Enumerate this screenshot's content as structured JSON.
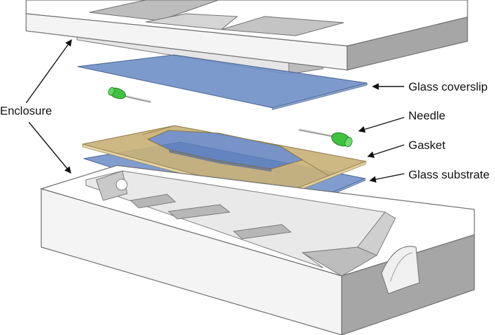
{
  "labels": {
    "enclosure": "Enclosure",
    "coverslip": "Glass coverslip",
    "needle": "Needle",
    "gasket": "Gasket",
    "substrate": "Glass substrate"
  },
  "colors": {
    "glass": "#6f8fc8",
    "gasket": "#c9b27a",
    "needle_cap": "#3fc23f",
    "enclosure_top": "#ffffff",
    "enclosure_side": "#a9a9a9"
  }
}
